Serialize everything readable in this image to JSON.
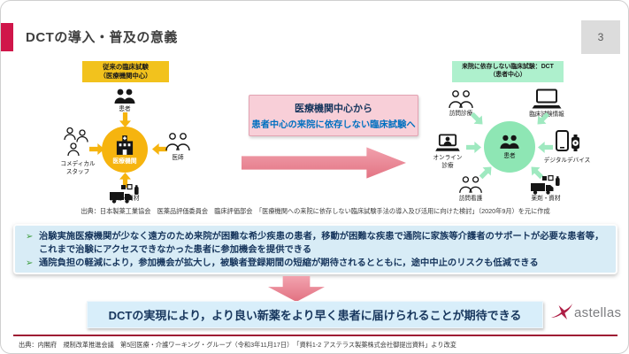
{
  "slide": {
    "title": "DCTの導入・普及の意義",
    "page_number": "3"
  },
  "left_diagram": {
    "header": "従来の臨床試験\n（医療機関中心）",
    "hub_label": "医療機関",
    "spoke_top": "患者",
    "spoke_left": "コメディカル\nスタッフ",
    "spoke_right": "医師",
    "spoke_bottom": "薬剤・資材"
  },
  "right_diagram": {
    "header": "来院に依存しない臨床試験：DCT\n（患者中心）",
    "hub_label": "患者",
    "spoke_top_left": "訪問診療",
    "spoke_top_right": "臨床試験情報",
    "spoke_left": "オンライン\n診療",
    "spoke_right": "デジタルデバイス",
    "spoke_bottom_left": "訪問看護",
    "spoke_bottom_right": "薬剤・資材"
  },
  "transition": {
    "line1": "医療機関中心から",
    "line2": "患者中心の来院に依存しない臨床試験へ"
  },
  "diagram_source": "出典：日本製薬工業協会　医薬品評価委員会　臨床評価部会　「医療機関への来院に依存しない臨床試験手法の導入及び活用に向けた検討」（2020年9月）を元に作成",
  "benefits": {
    "bullet": "➢",
    "items": [
      "治験実施医療機関が少なく遠方のため来院が困難な希少疾患の患者，移動が困難な疾患で通院に家族等介護者のサポートが必要な患者等，これまで治験にアクセスできなかった患者に参加機会を提供できる",
      "通院負担の軽減により，参加機会が拡大し，被験者登録期間の短縮が期待されるとともに，途中中止のリスクも低減できる"
    ]
  },
  "conclusion": "DCTの実現により，より良い新薬をより早く患者に届けられることが期待できる",
  "logo": {
    "text": "astellas"
  },
  "footer": "出典：内閣府　規制改革推進会議　第5回医療・介護ワーキング・グループ（令和3年11月17日）　「資料1-2 アステラス製薬株式会社御提出資料」より改変",
  "colors": {
    "accent_red": "#d0164a",
    "yellow": "#f6b40f",
    "mint_green": "#8ee6b4",
    "pink_arrow": "#e8808f",
    "navy_text": "#17365d",
    "blue_text": "#0070c0",
    "light_blue_box": "#d8ecf6",
    "footer_line_red": "#9e1b33"
  }
}
